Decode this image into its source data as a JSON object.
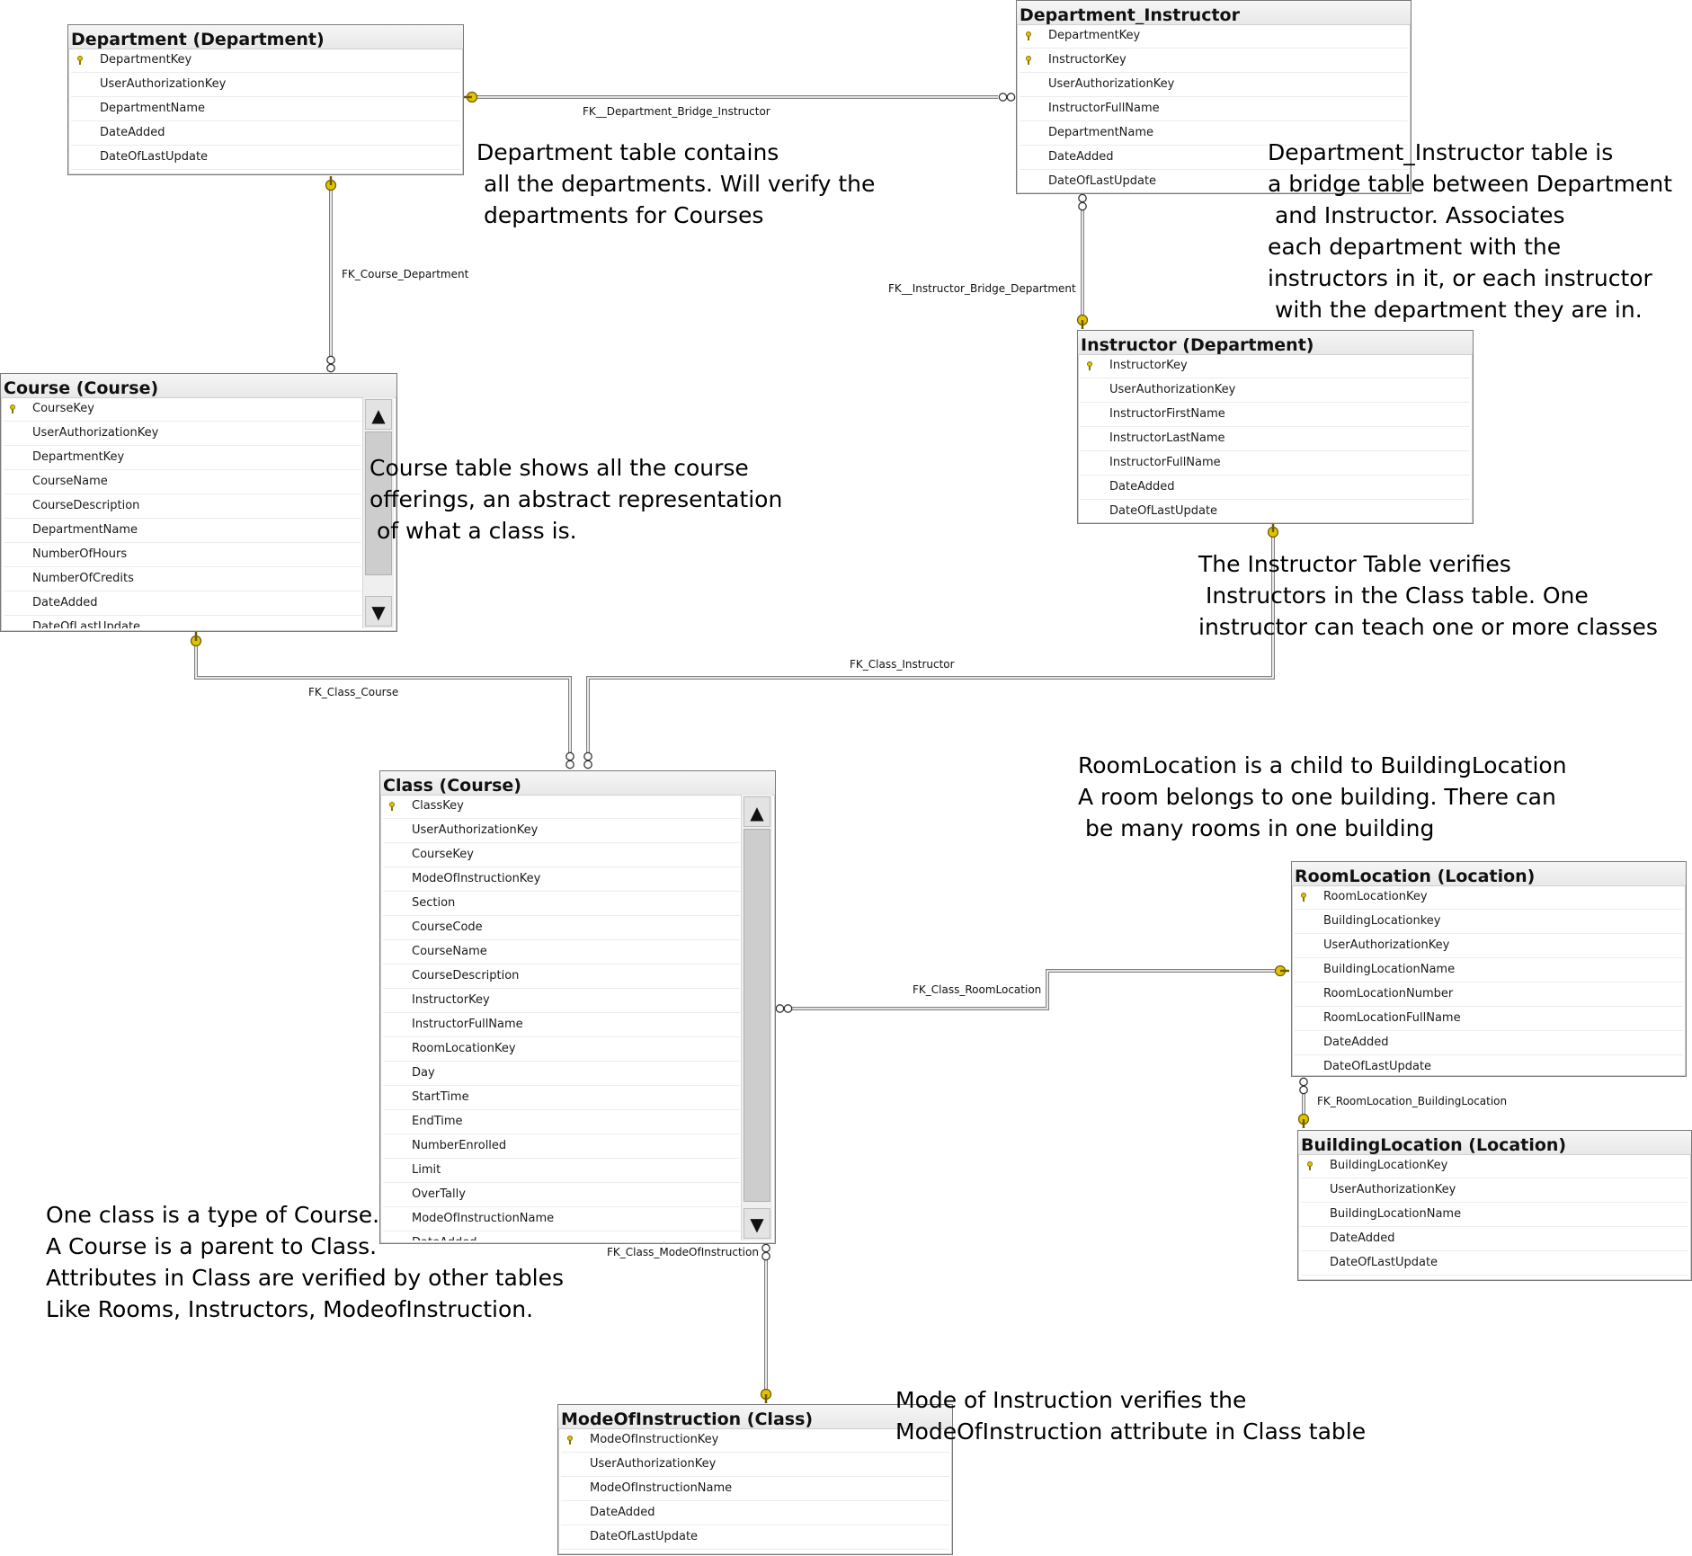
{
  "tables": {
    "department": {
      "title": "Department (Department)",
      "columns": [
        {
          "name": "DepartmentKey",
          "pk": true
        },
        {
          "name": "UserAuthorizationKey"
        },
        {
          "name": "DepartmentName"
        },
        {
          "name": "DateAdded"
        },
        {
          "name": "DateOfLastUpdate"
        }
      ]
    },
    "department_instructor": {
      "title": "Department_Instructor",
      "columns": [
        {
          "name": "DepartmentKey",
          "pk": true
        },
        {
          "name": "InstructorKey",
          "pk": true
        },
        {
          "name": "UserAuthorizationKey"
        },
        {
          "name": "InstructorFullName"
        },
        {
          "name": "DepartmentName"
        },
        {
          "name": "DateAdded"
        },
        {
          "name": "DateOfLastUpdate"
        }
      ]
    },
    "course": {
      "title": "Course (Course)",
      "columns": [
        {
          "name": "CourseKey",
          "pk": true
        },
        {
          "name": "UserAuthorizationKey"
        },
        {
          "name": "DepartmentKey"
        },
        {
          "name": "CourseName"
        },
        {
          "name": "CourseDescription"
        },
        {
          "name": "DepartmentName"
        },
        {
          "name": "NumberOfHours"
        },
        {
          "name": "NumberOfCredits"
        },
        {
          "name": "DateAdded"
        },
        {
          "name": "DateOfLastUpdate"
        }
      ]
    },
    "instructor": {
      "title": "Instructor (Department)",
      "columns": [
        {
          "name": "InstructorKey",
          "pk": true
        },
        {
          "name": "UserAuthorizationKey"
        },
        {
          "name": "InstructorFirstName"
        },
        {
          "name": "InstructorLastName"
        },
        {
          "name": "InstructorFullName"
        },
        {
          "name": "DateAdded"
        },
        {
          "name": "DateOfLastUpdate"
        }
      ]
    },
    "class": {
      "title": "Class (Course)",
      "columns": [
        {
          "name": "ClassKey",
          "pk": true
        },
        {
          "name": "UserAuthorizationKey"
        },
        {
          "name": "CourseKey"
        },
        {
          "name": "ModeOfInstructionKey"
        },
        {
          "name": "Section"
        },
        {
          "name": "CourseCode"
        },
        {
          "name": "CourseName"
        },
        {
          "name": "CourseDescription"
        },
        {
          "name": "InstructorKey"
        },
        {
          "name": "InstructorFullName"
        },
        {
          "name": "RoomLocationKey"
        },
        {
          "name": "Day"
        },
        {
          "name": "StartTime"
        },
        {
          "name": "EndTime"
        },
        {
          "name": "NumberEnrolled"
        },
        {
          "name": "Limit"
        },
        {
          "name": "OverTally"
        },
        {
          "name": "ModeOfInstructionName"
        },
        {
          "name": "DateAdded"
        }
      ]
    },
    "room_location": {
      "title": "RoomLocation (Location)",
      "columns": [
        {
          "name": "RoomLocationKey",
          "pk": true
        },
        {
          "name": "BuildingLocationkey"
        },
        {
          "name": "UserAuthorizationKey"
        },
        {
          "name": "BuildingLocationName"
        },
        {
          "name": "RoomLocationNumber"
        },
        {
          "name": "RoomLocationFullName"
        },
        {
          "name": "DateAdded"
        },
        {
          "name": "DateOfLastUpdate"
        }
      ]
    },
    "building_location": {
      "title": "BuildingLocation (Location)",
      "columns": [
        {
          "name": "BuildingLocationKey",
          "pk": true
        },
        {
          "name": "UserAuthorizationKey"
        },
        {
          "name": "BuildingLocationName"
        },
        {
          "name": "DateAdded"
        },
        {
          "name": "DateOfLastUpdate"
        }
      ]
    },
    "mode_of_instruction": {
      "title": "ModeOfInstruction (Class)",
      "columns": [
        {
          "name": "ModeOfInstructionKey",
          "pk": true
        },
        {
          "name": "UserAuthorizationKey"
        },
        {
          "name": "ModeOfInstructionName"
        },
        {
          "name": "DateAdded"
        },
        {
          "name": "DateOfLastUpdate"
        }
      ]
    }
  },
  "relationships": {
    "dept_bridge_instructor": "FK__Department_Bridge_Instructor",
    "course_department": "FK_Course_Department",
    "instructor_bridge_department": "FK__Instructor_Bridge_Department",
    "class_course": "FK_Class_Course",
    "class_instructor": "FK_Class_Instructor",
    "class_roomlocation": "FK_Class_RoomLocation",
    "roomlocation_buildinglocation": "FK_RoomLocation_BuildingLocation",
    "class_modeofinstruction": "FK_Class_ModeOfInstruction"
  },
  "notes": {
    "department": [
      "Department table contains",
      " all the departments. Will verify the",
      " departments for Courses"
    ],
    "department_instructor": [
      "Department_Instructor table is",
      "a bridge table between Department",
      " and Instructor. Associates",
      "each department with the",
      "instructors in it, or each instructor",
      " with the department they are in."
    ],
    "course": [
      "Course table shows all the course",
      "offerings, an abstract representation",
      " of what a class is."
    ],
    "instructor": [
      "The Instructor Table verifies",
      " Instructors in the Class table. One",
      "instructor can teach one or more classes"
    ],
    "room_location": [
      "RoomLocation is a child to BuildingLocation",
      "A room belongs to one building. There can",
      " be many rooms in one building"
    ],
    "class": [
      "One class is a type of Course.",
      "A Course is a parent to Class.",
      "Attributes in Class are verified by other tables",
      "Like Rooms, Instructors, ModeofInstruction."
    ],
    "mode_of_instruction": [
      "Mode of Instruction verifies the",
      "ModeOfInstruction attribute in Class table"
    ]
  },
  "colors": {
    "key_icon": "#e3c200",
    "line": "#808080"
  }
}
